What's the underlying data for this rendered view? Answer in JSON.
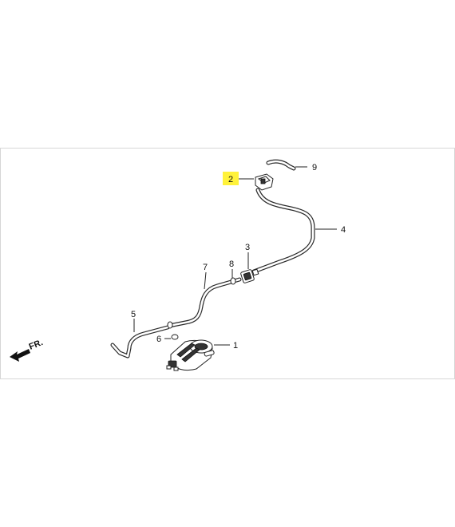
{
  "diagram": {
    "callouts": [
      "1",
      "2",
      "3",
      "4",
      "5",
      "6",
      "7",
      "8",
      "9"
    ],
    "highlighted": "2",
    "highlight_color": "#fff23a",
    "direction_label": "FR."
  }
}
